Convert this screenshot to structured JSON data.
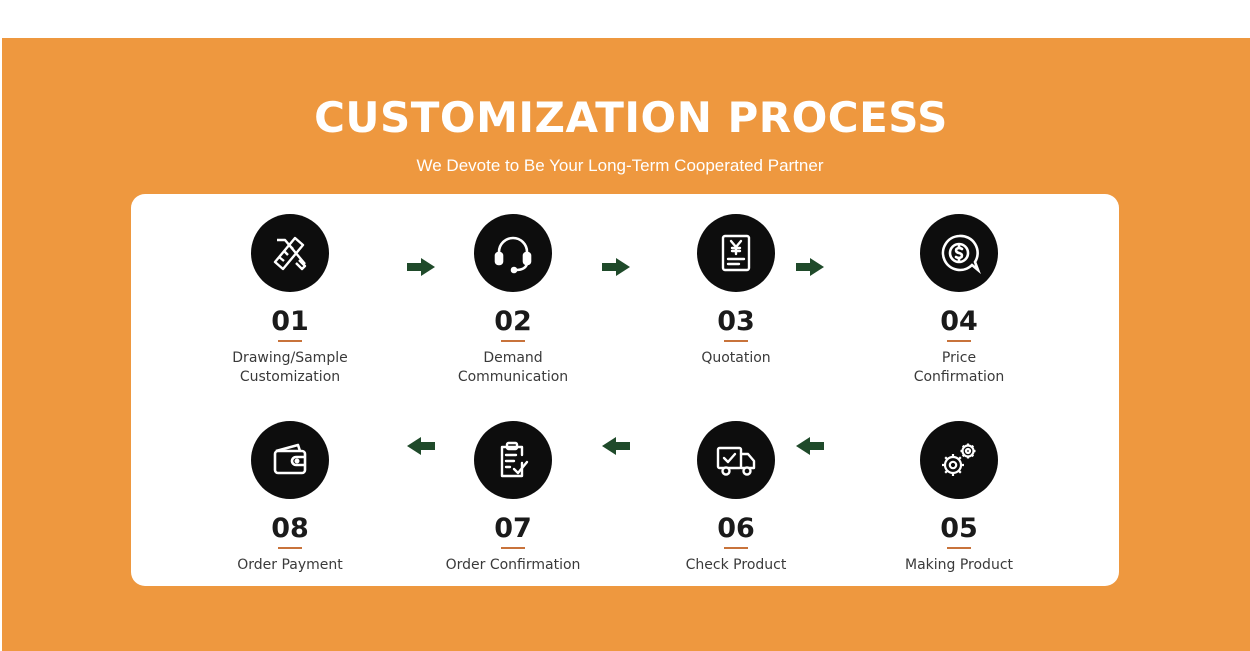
{
  "header": {
    "title": "CUSTOMIZATION PROCESS",
    "subtitle": "We Devote to Be Your Long-Term Cooperated Partner"
  },
  "steps": [
    {
      "number": "01",
      "label_line1": "Drawing/Sample",
      "label_line2": "Customization",
      "icon": "pencil-ruler-icon"
    },
    {
      "number": "02",
      "label_line1": "Demand",
      "label_line2": "Communication",
      "icon": "headset-icon"
    },
    {
      "number": "03",
      "label_line1": "Quotation",
      "label_line2": "",
      "icon": "yen-document-icon"
    },
    {
      "number": "04",
      "label_line1": "Price",
      "label_line2": "Confirmation",
      "icon": "dollar-chat-icon"
    },
    {
      "number": "05",
      "label_line1": "Making Product",
      "label_line2": "",
      "icon": "gears-icon"
    },
    {
      "number": "06",
      "label_line1": "Check Product",
      "label_line2": "",
      "icon": "delivery-truck-check-icon"
    },
    {
      "number": "07",
      "label_line1": "Order Confirmation",
      "label_line2": "",
      "icon": "clipboard-check-icon"
    },
    {
      "number": "08",
      "label_line1": "Order Payment",
      "label_line2": "",
      "icon": "wallet-icon"
    }
  ],
  "colors": {
    "background": "#ee983f",
    "card": "#ffffff",
    "icon_circle": "#0d0d0d",
    "arrow": "#1f4a2a",
    "number_underline": "#c8733b"
  }
}
